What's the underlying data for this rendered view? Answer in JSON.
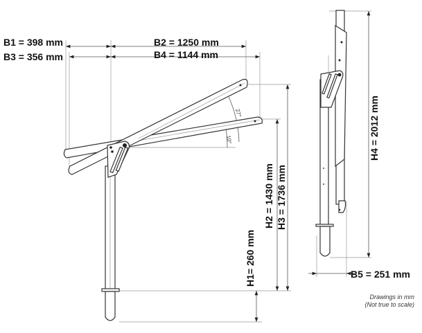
{
  "dimensions": {
    "b1": "B1 = 398 mm",
    "b2": "B2 = 1250 mm",
    "b3": "B3 = 356 mm",
    "b4": "B4 = 1144 mm",
    "b5": "B5 = 251 mm",
    "h1": "H1= 260 mm",
    "h2": "H2 = 1430 mm",
    "h3": "H3 = 1736 mm",
    "h4": "H4 = 2012 mm"
  },
  "angles": {
    "upper": "27°",
    "lower": "10°"
  },
  "notes": {
    "line1": "Drawings in mm",
    "line2": "(Not true to scale)"
  }
}
